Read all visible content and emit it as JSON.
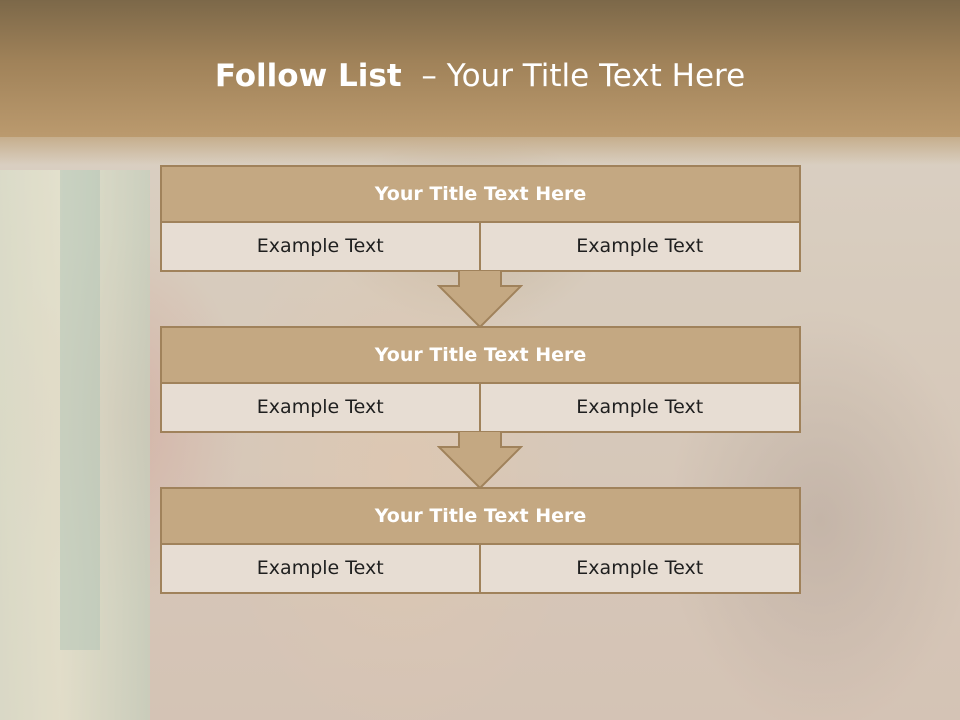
{
  "slide": {
    "title_strong": "Follow List",
    "title_rest": "– Your Title Text Here"
  },
  "blocks": [
    {
      "title": "Your Title Text Here",
      "cells": [
        "Example Text",
        "Example Text"
      ]
    },
    {
      "title": "Your Title Text Here",
      "cells": [
        "Example Text",
        "Example Text"
      ]
    },
    {
      "title": "Your Title Text Here",
      "cells": [
        "Example Text",
        "Example Text"
      ]
    }
  ],
  "colors": {
    "header": "#a08259",
    "title_box": "#c4a882",
    "cell_box": "#e7ddd3",
    "border": "#a0825b",
    "arrow": "#c4a882"
  }
}
